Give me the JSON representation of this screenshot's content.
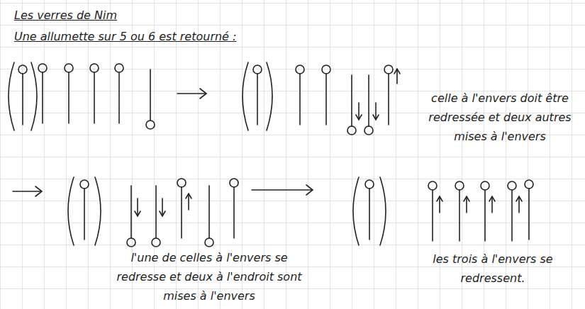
{
  "diagram": {
    "title": "Les verres de Nim",
    "labels": [
      "Une allumette sur 5 ou 6 est retourné :",
      "celle à l'envers doit être redressée et deux autres mises à l'envers",
      "l'une de celles à l'envers se redresse et deux à l'endroit sont mises à l'envers",
      "les trois à l'envers se redressent."
    ]
  }
}
